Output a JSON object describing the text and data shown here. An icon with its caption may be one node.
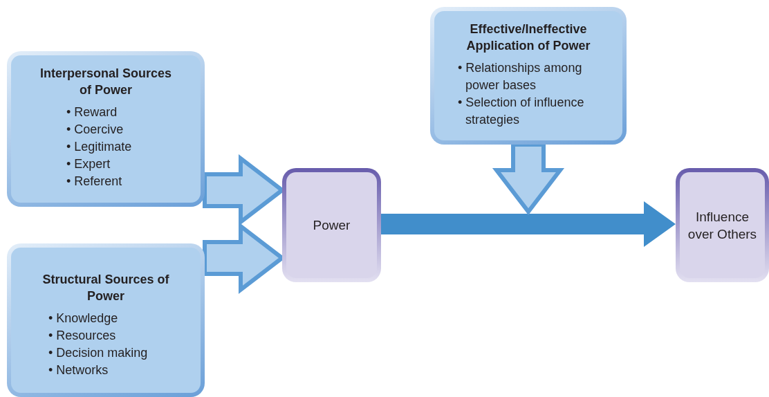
{
  "diagram": {
    "nodes": [
      {
        "text": [
          "Interpersonal Sources of Power",
          "• Reward",
          "• Coercive",
          "• Legitimate",
          "• Expert",
          "• Referent"
        ]
      },
      {
        "text": [
          "Structural Sources of Power",
          "• Knowledge",
          "• Resources",
          "• Decision making",
          "• Networks"
        ]
      },
      {
        "text": [
          "Power"
        ]
      },
      {
        "text": [
          "Influence over Others"
        ]
      },
      {
        "text": [
          "Effective/Ineffective Application of Power",
          "• Relationships among power bases",
          "• Selection of influence strategies"
        ]
      }
    ],
    "edges": [
      {
        "from": 0,
        "to": 2,
        "arrow": "to"
      },
      {
        "from": 1,
        "to": 2,
        "arrow": "to"
      },
      {
        "from": 2,
        "to": 3,
        "arrow": "to",
        "style": "thick",
        "color": "#418ecb"
      },
      {
        "from": 4,
        "to": null,
        "arrow": "to"
      }
    ]
  }
}
